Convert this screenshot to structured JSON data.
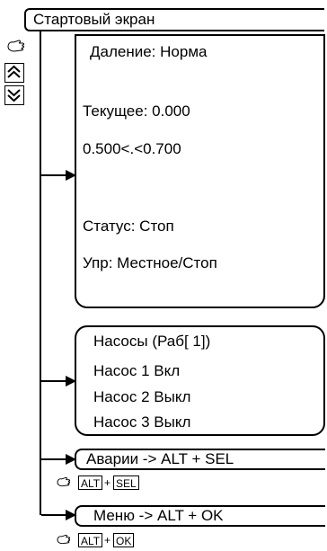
{
  "title": "Стартовый экран",
  "screen": {
    "line1": "Даление: Норма",
    "line2": "Текущее: 0.000",
    "line3": "0.500<.<0.700",
    "line4": "Статус:   Стоп",
    "line5": "Упр: Местное/Стоп"
  },
  "pumps": {
    "header": "Насосы (Раб[ 1])",
    "items": [
      "Насос  1 Вкл",
      "Насос  2 Выкл",
      "Насос  3 Выкл"
    ]
  },
  "alarms": {
    "label": "Аварии -> ALT + SEL",
    "key1": "ALT",
    "key2": "SEL",
    "plus": "+"
  },
  "menu": {
    "label": "Меню -> ALT + OK",
    "key1": "ALT",
    "key2": "OK",
    "plus": "+"
  },
  "icons": [
    "hand-icon",
    "double-up-icon",
    "double-down-icon"
  ]
}
